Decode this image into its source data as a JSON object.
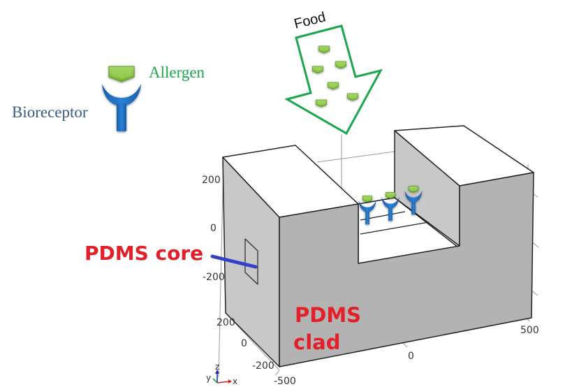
{
  "legend": {
    "allergen_label": "Allergen",
    "bioreceptor_label": "Bioreceptor",
    "allergen_color": "#8cc63f",
    "bioreceptor_color": "#1f6fc0"
  },
  "food_arrow": {
    "label": "Food",
    "arrow_color": "#1aa64a",
    "particle_count": 6
  },
  "labels": {
    "core": "PDMS core",
    "clad_line1": "PDMS",
    "clad_line2": "clad",
    "label_color": "#e3202a",
    "core_pointer_color": "#3340c8"
  },
  "channel": {
    "bioreceptor_count": 3
  },
  "axes": {
    "z_ticks": [
      "200",
      "0",
      "-200"
    ],
    "y_ticks": [
      "200",
      "0",
      "-200"
    ],
    "x_ticks": [
      "-500",
      "0",
      "500"
    ],
    "triad": {
      "x": "x",
      "y": "y",
      "z": "z"
    }
  }
}
